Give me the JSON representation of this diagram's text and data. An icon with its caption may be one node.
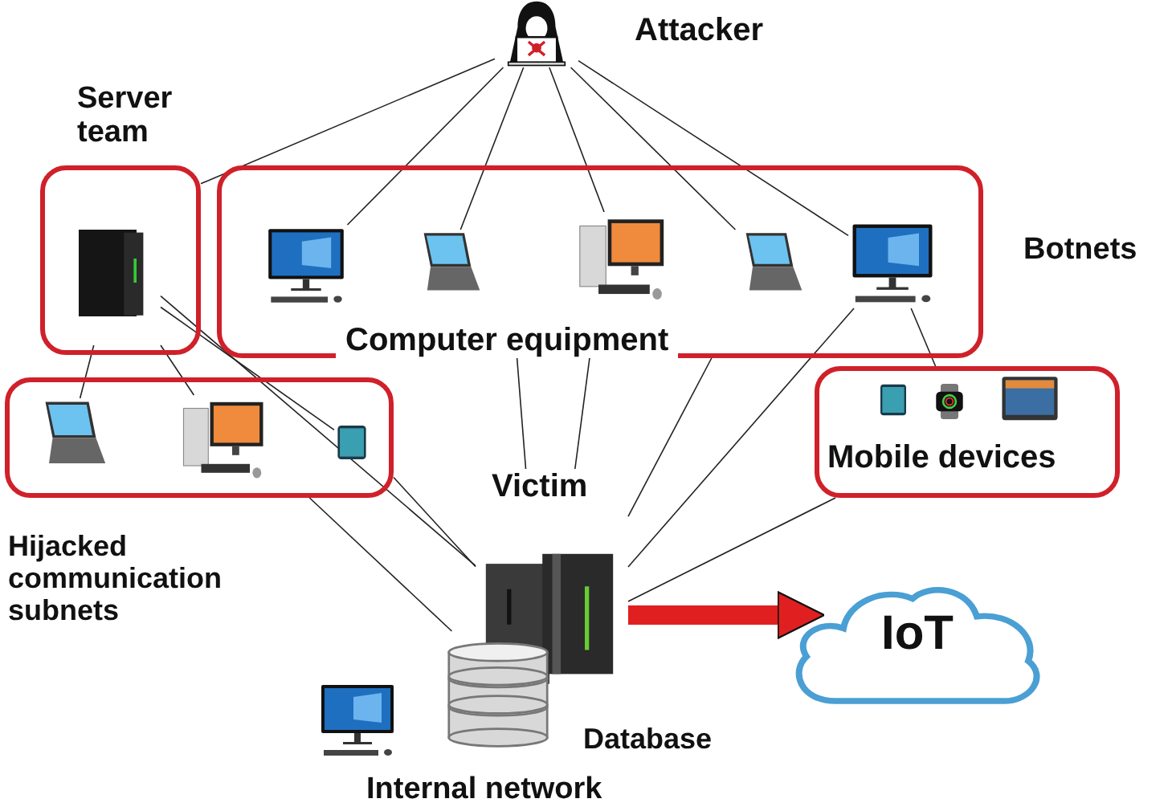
{
  "diagram": {
    "nodes": [
      {
        "text": [
          "Attacker"
        ]
      },
      {
        "text": [
          "Server team"
        ]
      },
      {
        "text": [],
        "shape": "picture",
        "in": 1
      },
      {
        "text": [
          "Computer equipment"
        ]
      },
      {
        "text": [],
        "shape": "picture",
        "in": 3
      },
      {
        "text": [],
        "shape": "picture",
        "in": 3
      },
      {
        "text": [],
        "shape": "picture",
        "in": 3
      },
      {
        "text": [],
        "shape": "picture",
        "in": 3
      },
      {
        "text": [],
        "shape": "picture",
        "in": 3
      },
      {
        "text": [
          "Hijacked communication subnets"
        ]
      },
      {
        "text": [],
        "shape": "picture",
        "in": 9
      },
      {
        "text": [],
        "shape": "picture",
        "in": 9
      },
      {
        "text": [],
        "shape": "picture",
        "in": 9
      },
      {
        "text": [
          "Mobile devices"
        ]
      },
      {
        "text": [],
        "shape": "picture",
        "in": 13
      },
      {
        "text": [],
        "shape": "picture",
        "in": 13
      },
      {
        "text": [],
        "shape": "picture",
        "in": 13
      },
      {
        "text": [
          "Victim"
        ]
      },
      {
        "text": [
          "Database"
        ]
      },
      {
        "text": [
          "Internal network"
        ]
      },
      {
        "text": [
          "IoT"
        ]
      }
    ],
    "edges": [
      {
        "from": 0,
        "to": 1,
        "arrow": "none"
      },
      {
        "from": 0,
        "to": 4,
        "arrow": "none"
      },
      {
        "from": 0,
        "to": 5,
        "arrow": "none"
      },
      {
        "from": 0,
        "to": 6,
        "arrow": "none"
      },
      {
        "from": 0,
        "to": 7,
        "arrow": "none"
      },
      {
        "from": 0,
        "to": 8,
        "arrow": "none"
      },
      {
        "from": 2,
        "to": 10,
        "arrow": "none"
      },
      {
        "from": 2,
        "to": 11,
        "arrow": "none"
      },
      {
        "from": 2,
        "to": 12,
        "arrow": "none"
      },
      {
        "from": 2,
        "to": 17,
        "arrow": "none"
      },
      {
        "from": 3,
        "to": 17,
        "arrow": "none"
      },
      {
        "from": 3,
        "to": 17,
        "arrow": "none"
      },
      {
        "from": 3,
        "to": 17,
        "arrow": "none"
      },
      {
        "from": 8,
        "to": 17,
        "arrow": "none"
      },
      {
        "from": 8,
        "to": 13,
        "arrow": "none"
      },
      {
        "from": 9,
        "to": 18,
        "arrow": "none"
      },
      {
        "from": 9,
        "to": 17,
        "arrow": "none"
      },
      {
        "from": 13,
        "to": 17,
        "arrow": "none"
      },
      {
        "from": 17,
        "to": 20,
        "arrow": "to",
        "style": "thick",
        "color": "#e02020"
      }
    ],
    "labels": [
      "Botnets"
    ]
  }
}
